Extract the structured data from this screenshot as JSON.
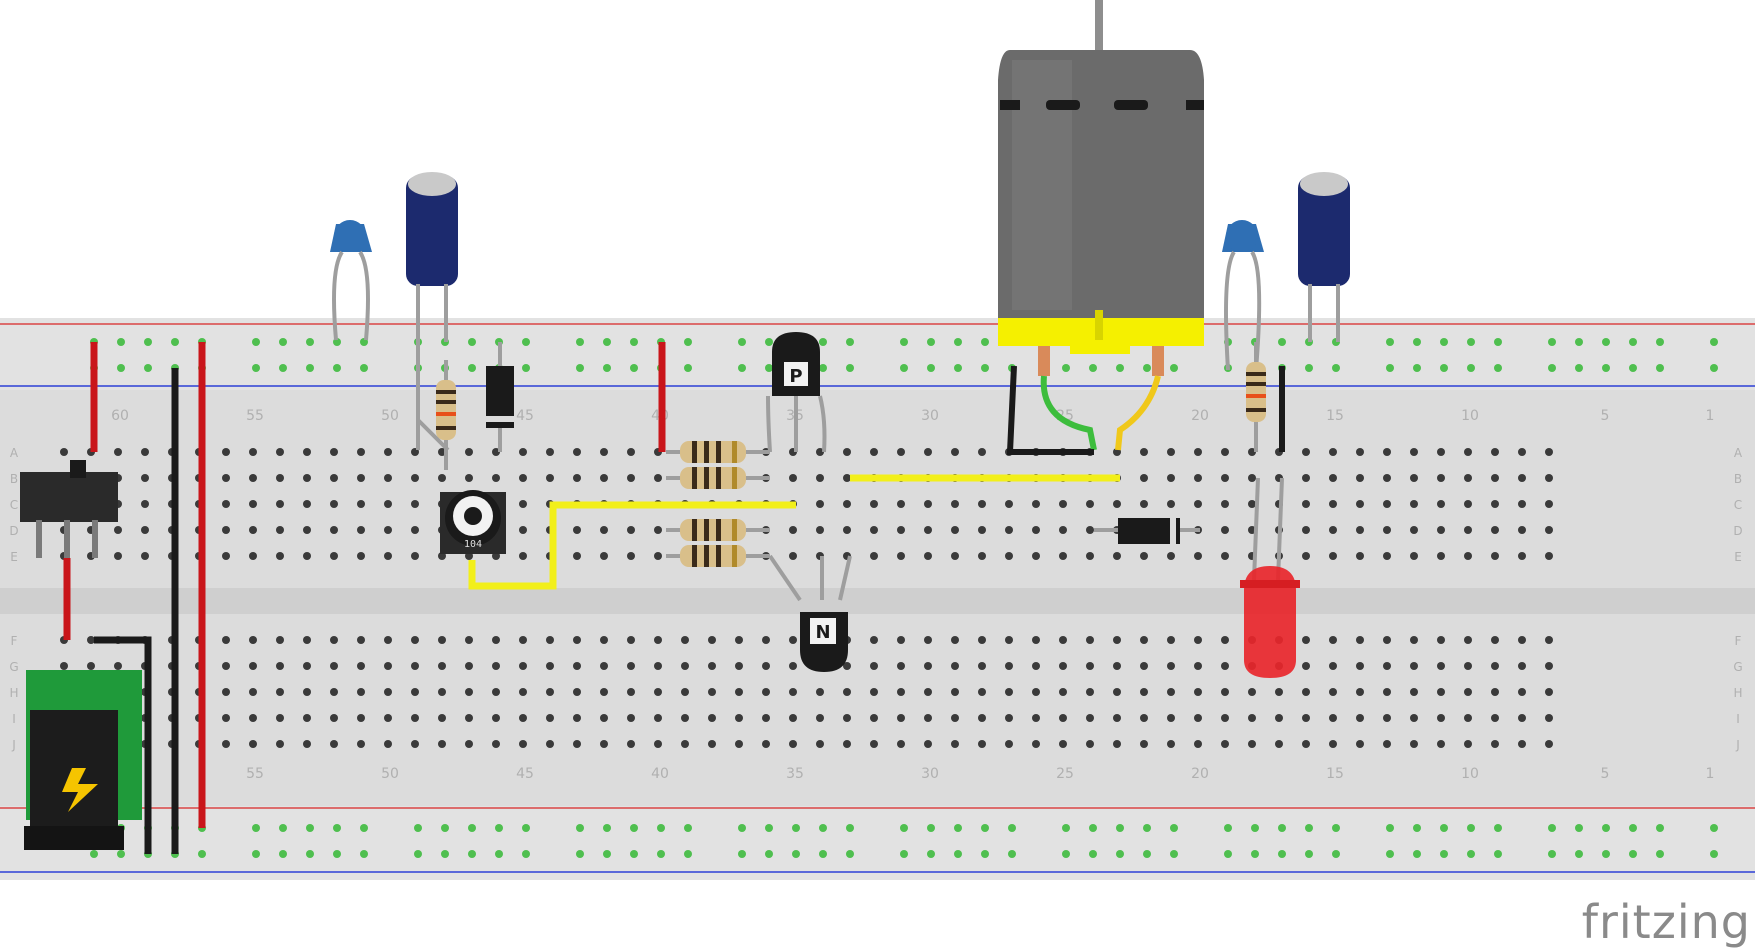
{
  "app": {
    "brand": "fritzing"
  },
  "breadboard": {
    "column_numbers": [
      "60",
      "55",
      "50",
      "45",
      "40",
      "35",
      "30",
      "25",
      "20",
      "15",
      "10",
      "5",
      "1"
    ],
    "row_letters_top": [
      "A",
      "B",
      "C",
      "D",
      "E"
    ],
    "row_letters_bottom": [
      "F",
      "G",
      "H",
      "I",
      "J"
    ]
  },
  "components": {
    "potentiometer_label": "104",
    "pnp_label": "P",
    "npn_label": "N"
  },
  "colors": {
    "board": "#d8d8d8",
    "board_edge": "#c9c9c9",
    "rail_red": "#d94545",
    "rail_blue": "#2c3fd6",
    "hole": "#3a3a3a",
    "hole_active": "#5fd35f",
    "wire_red": "#c9151a",
    "wire_black": "#1a1a1a",
    "wire_yellow": "#f2ef1a",
    "wire_green": "#3dbd3d",
    "motor_body": "#6b6b6b",
    "motor_base": "#f5f000",
    "cap_blue": "#2f6fb4",
    "electrolytic": "#1c2a6e",
    "led_red": "#e8262b",
    "resistor_body": "#d9bf8a"
  }
}
